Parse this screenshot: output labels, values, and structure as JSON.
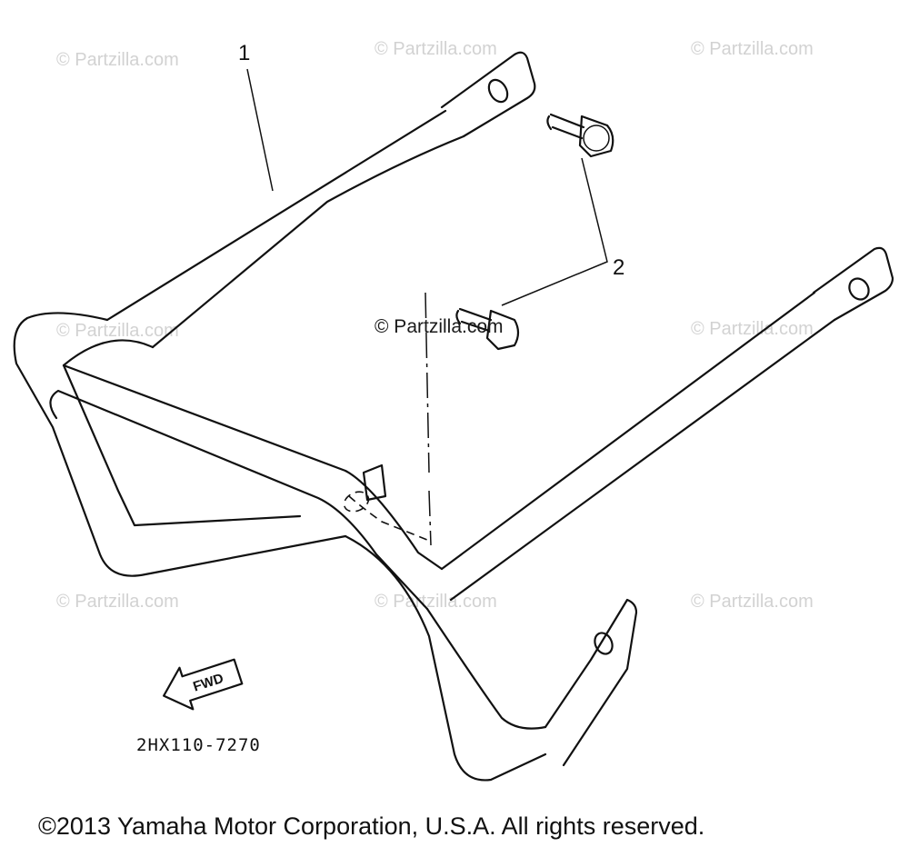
{
  "watermark": {
    "text": "© Partzilla.com",
    "center_text": "© Partzilla.com"
  },
  "callouts": {
    "item_1": "1",
    "item_2": "2"
  },
  "direction_arrow": {
    "label": "FWD"
  },
  "part_code": "2HX110-7270",
  "copyright": "©2013 Yamaha Motor Corporation, U.S.A. All rights reserved.",
  "colors": {
    "line": "#111111",
    "watermark": "#d2d2d2",
    "background": "#ffffff"
  }
}
